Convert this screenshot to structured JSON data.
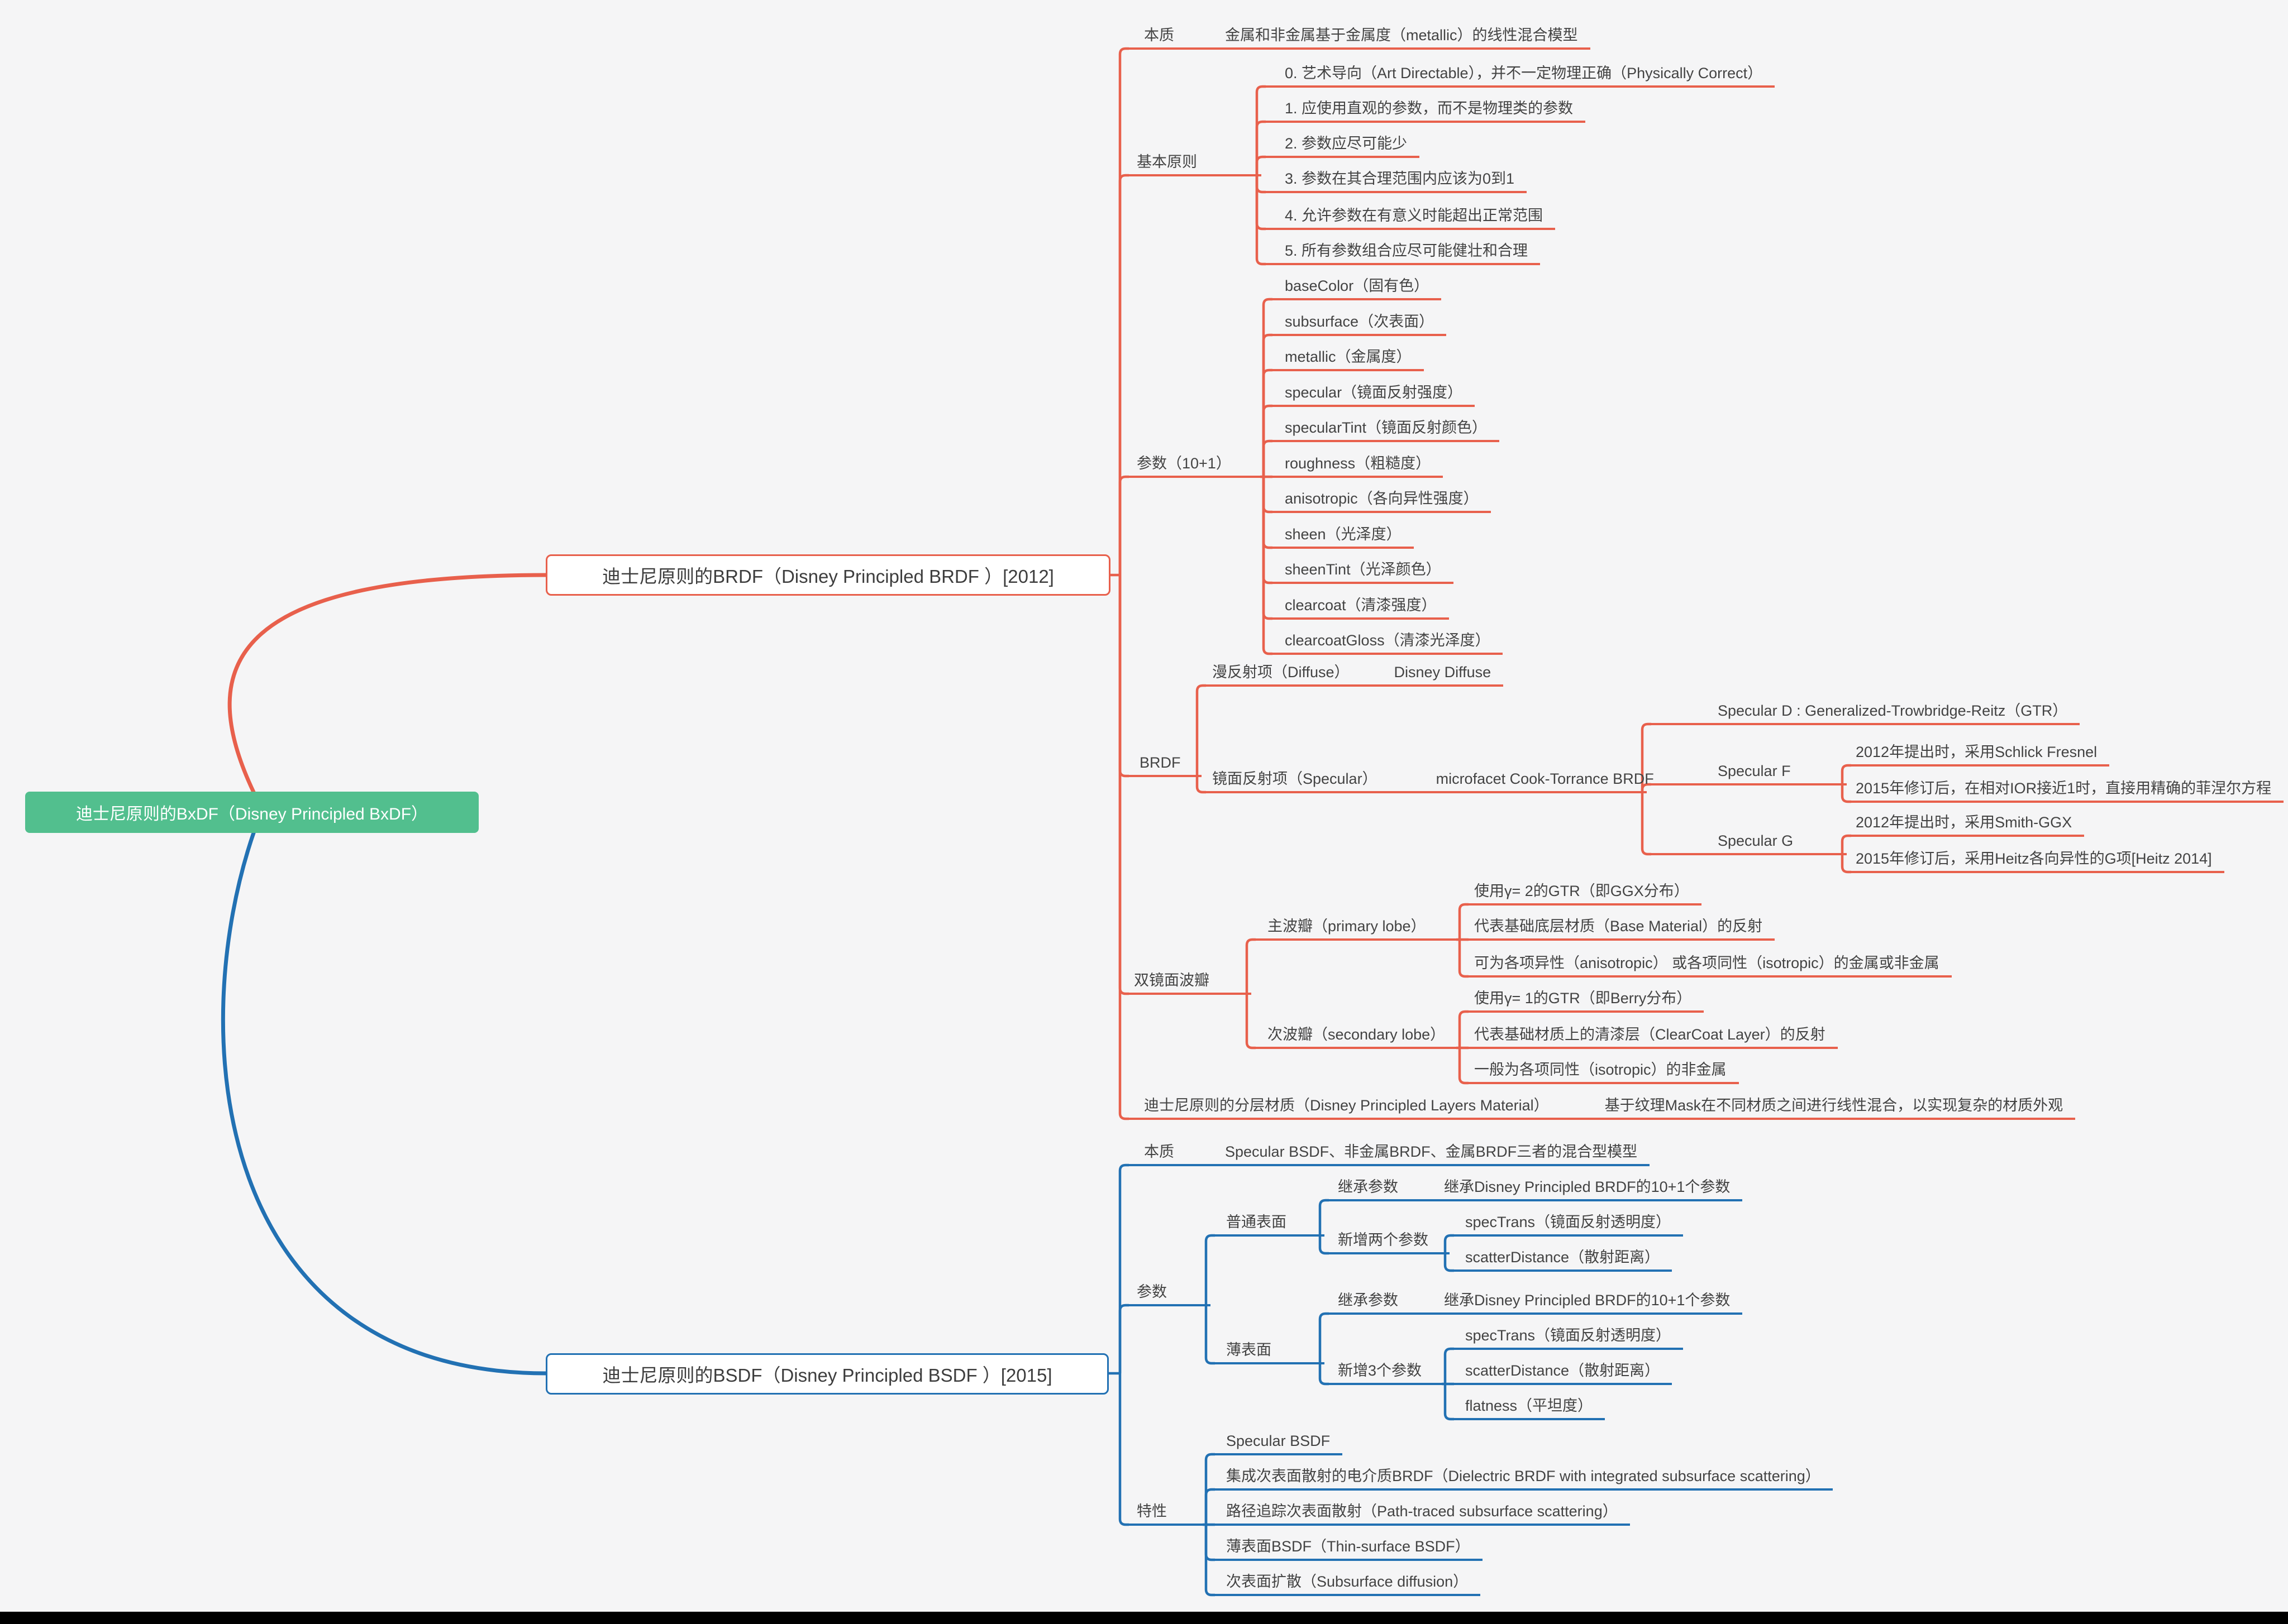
{
  "root": {
    "label": "迪士尼原则的BxDF（Disney Principled BxDF）"
  },
  "brdf": {
    "label": "迪士尼原则的BRDF（Disney Principled BRDF ）[2012]",
    "essence": {
      "label": "本质",
      "desc": "金属和非金属基于金属度（metallic）的线性混合模型"
    },
    "principles": {
      "label": "基本原则",
      "items": [
        "0. 艺术导向（Art Directable），并不一定物理正确（Physically Correct）",
        "1. 应使用直观的参数，而不是物理类的参数",
        "2. 参数应尽可能少",
        "3. 参数在其合理范围内应该为0到1",
        "4. 允许参数在有意义时能超出正常范围",
        "5. 所有参数组合应尽可能健壮和合理"
      ]
    },
    "params": {
      "label": "参数（10+1）",
      "items": [
        "baseColor（固有色）",
        "subsurface（次表面）",
        "metallic（金属度）",
        "specular（镜面反射强度）",
        "specularTint（镜面反射颜色）",
        "roughness（粗糙度）",
        "anisotropic（各向异性强度）",
        "sheen（光泽度）",
        "sheenTint（光泽颜色）",
        "clearcoat（清漆强度）",
        "clearcoatGloss（清漆光泽度）"
      ]
    },
    "brdf_terms": {
      "label": "BRDF",
      "diffuse": {
        "label": "漫反射项（Diffuse）",
        "desc": "Disney Diffuse"
      },
      "specular": {
        "label": "镜面反射项（Specular）",
        "desc": "microfacet Cook-Torrance BRDF",
        "d": "Specular D : Generalized-Trowbridge-Reitz（GTR）",
        "f": {
          "label": "Specular F",
          "items": [
            "2012年提出时，采用Schlick Fresnel",
            "2015年修订后，在相对IOR接近1时，直接用精确的菲涅尔方程"
          ]
        },
        "g": {
          "label": "Specular G",
          "items": [
            "2012年提出时，采用Smith-GGX",
            "2015年修订后，采用Heitz各向异性的G项[Heitz 2014]"
          ]
        }
      }
    },
    "dual_lobes": {
      "label": "双镜面波瓣",
      "primary": {
        "label": "主波瓣（primary lobe）",
        "items": [
          "使用γ= 2的GTR（即GGX分布）",
          "代表基础底层材质（Base Material）的反射",
          "可为各项异性（anisotropic） 或各项同性（isotropic）的金属或非金属"
        ]
      },
      "secondary": {
        "label": "次波瓣（secondary lobe）",
        "items": [
          "使用γ= 1的GTR（即Berry分布）",
          "代表基础材质上的清漆层（ClearCoat Layer）的反射",
          "一般为各项同性（isotropic）的非金属"
        ]
      }
    },
    "layers": {
      "label": "迪士尼原则的分层材质（Disney Principled Layers Material）",
      "desc": "基于纹理Mask在不同材质之间进行线性混合，以实现复杂的材质外观"
    }
  },
  "bsdf": {
    "label": "迪士尼原则的BSDF（Disney Principled BSDF ）[2015]",
    "essence": {
      "label": "本质",
      "desc": "Specular BSDF、非金属BRDF、金属BRDF三者的混合型模型"
    },
    "params": {
      "label": "参数",
      "normal_surface": {
        "label": "普通表面",
        "inherit": {
          "label": "继承参数",
          "desc": "继承Disney Principled BRDF的10+1个参数"
        },
        "added": {
          "label": "新增两个参数",
          "items": [
            "specTrans（镜面反射透明度）",
            "scatterDistance（散射距离）"
          ]
        }
      },
      "thin_surface": {
        "label": "薄表面",
        "inherit": {
          "label": "继承参数",
          "desc": "继承Disney Principled BRDF的10+1个参数"
        },
        "added": {
          "label": "新增3个参数",
          "items": [
            "specTrans（镜面反射透明度）",
            "scatterDistance（散射距离）",
            "flatness（平坦度）"
          ]
        }
      }
    },
    "features": {
      "label": "特性",
      "items": [
        "Specular BSDF",
        "集成次表面散射的电介质BRDF（Dielectric BRDF with integrated subsurface scattering）",
        "路径追踪次表面散射（Path-traced subsurface scattering）",
        "薄表面BSDF（Thin-surface BSDF）",
        "次表面扩散（Subsurface diffusion）"
      ]
    }
  },
  "colors": {
    "branch_red": "#e8604c",
    "branch_blue": "#2271b3",
    "root_green": "#52bf8e",
    "text": "#434343",
    "background": "#f5f5f6"
  }
}
